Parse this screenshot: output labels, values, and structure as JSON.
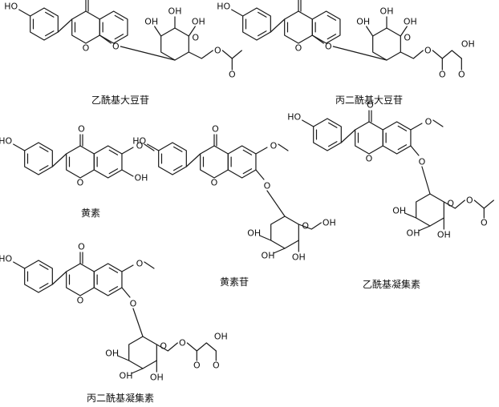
{
  "compounds": [
    {
      "name": "乙酰基大豆苷"
    },
    {
      "name": "丙二酰基大豆苷"
    },
    {
      "name": "黄素"
    },
    {
      "name": "黄素苷"
    },
    {
      "name": "乙酰基凝集素"
    },
    {
      "name": "丙二酰基凝集素"
    }
  ],
  "atom_labels": {
    "ho": "HO",
    "oh": "OH",
    "o": "O"
  }
}
